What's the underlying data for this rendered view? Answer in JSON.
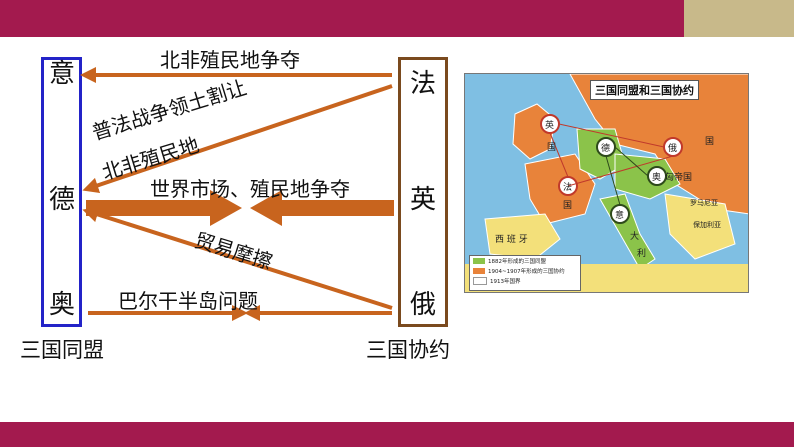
{
  "colors": {
    "top_bar": "#a31a4e",
    "top_accent": "#c8b98a",
    "bottom_bar": "#a31a4e",
    "arrow": "#c8641e",
    "left_box_border": "#2323c8",
    "right_box_border": "#7a4a1e",
    "triple_alliance": "#8bc34a",
    "triple_entente": "#e8833a",
    "sea": "#7fbfe3"
  },
  "left_group": {
    "countries": [
      "意",
      "德",
      "奥"
    ],
    "caption": "三国同盟"
  },
  "right_group": {
    "countries": [
      "法",
      "英",
      "俄"
    ],
    "caption": "三国协约"
  },
  "relations": {
    "italy_france": "北非殖民地争夺",
    "germany_france_line1": "普法战争领土割让",
    "germany_france_line2": "北非殖民地",
    "germany_britain": "世界市场、殖民地争夺",
    "germany_russia": "贸易摩擦",
    "austria_russia": "巴尔干半岛问题"
  },
  "map": {
    "title": "三国同盟和三国协约",
    "labels": {
      "britain": "英",
      "guo1": "国",
      "germany": "德",
      "russia": "俄",
      "guo2": "国",
      "france": "法",
      "guo3": "国",
      "austria": "奥",
      "empire": "匈帝国",
      "italy": "意",
      "da": "大",
      "li": "利",
      "spain": "西 班 牙",
      "romania": "罗马尼亚",
      "bulgaria": "保加利亚"
    },
    "legend": [
      {
        "label": "1882年形成的三国同盟",
        "color": "#8bc34a"
      },
      {
        "label": "1904~1907年形成的三国协约",
        "color": "#e8833a"
      },
      {
        "label": "1913年国界",
        "color": "#ffffff"
      }
    ]
  }
}
